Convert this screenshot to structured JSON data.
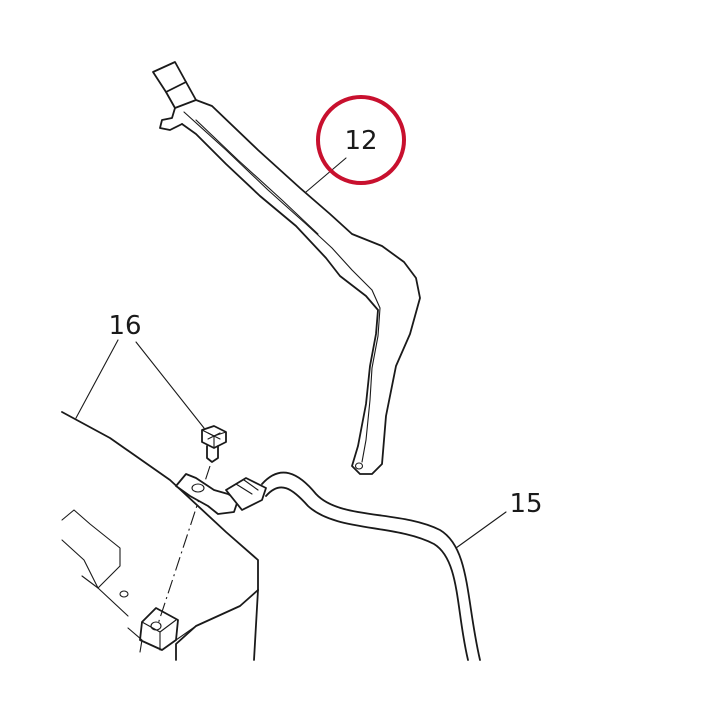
{
  "callouts": {
    "part_12": "12",
    "part_16": "16",
    "part_15": "15"
  },
  "colors": {
    "line": "#1a1a1a",
    "highlight": "#c8102e",
    "background": "#ffffff"
  }
}
